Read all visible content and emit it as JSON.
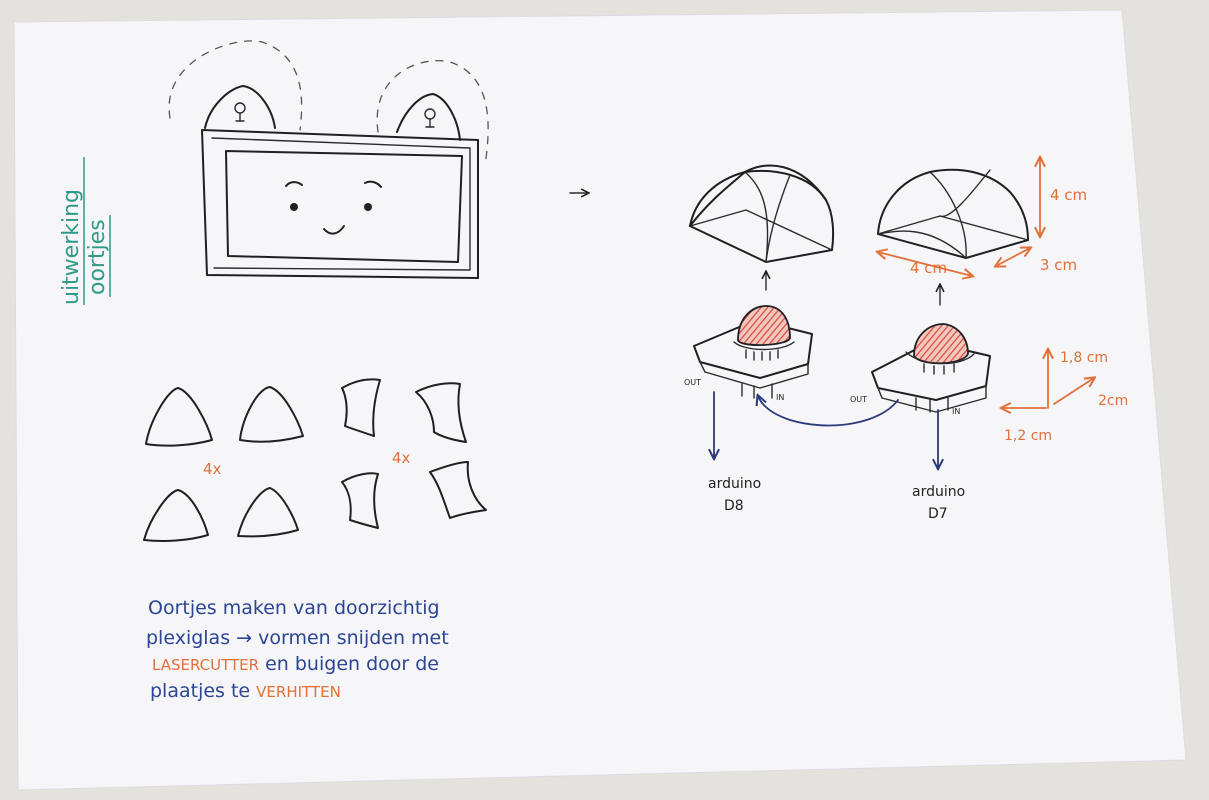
{
  "sketch": {
    "margin_title": [
      "uitwerking",
      "oortjes"
    ],
    "multiplier_left": "4x",
    "multiplier_right": "4x",
    "note_lines": [
      [
        {
          "text": "Oortjes maken van doorzichtig",
          "accent": false
        }
      ],
      [
        {
          "text": "plexiglas → vormen snijden met",
          "accent": false
        }
      ],
      [
        {
          "text": "LASERCUTTER",
          "accent": true
        },
        {
          "text": " en buigen door de",
          "accent": false
        }
      ],
      [
        {
          "text": "plaatjes te ",
          "accent": false
        },
        {
          "text": "VERHITTEN",
          "accent": true
        }
      ]
    ],
    "dimensions": {
      "height": "4 cm",
      "width": "4 cm",
      "depth": "3 cm",
      "module_height": "1,8 cm",
      "module_width": "1,2 cm",
      "module_depth": "2cm"
    },
    "wiring": {
      "left_out": "OUT",
      "left_in": "IN",
      "right_out": "OUT",
      "right_in": "IN",
      "left_target_line1": "arduino",
      "left_target_line2": "D8",
      "right_target_line1": "arduino",
      "right_target_line2": "D7"
    },
    "colors": {
      "paper": "#f7f7f9",
      "ink": "#1f1f24",
      "orange": "#e2703a",
      "blue": "#2c4494",
      "teal": "#2f9a88",
      "led_red": "#d9483b"
    }
  }
}
